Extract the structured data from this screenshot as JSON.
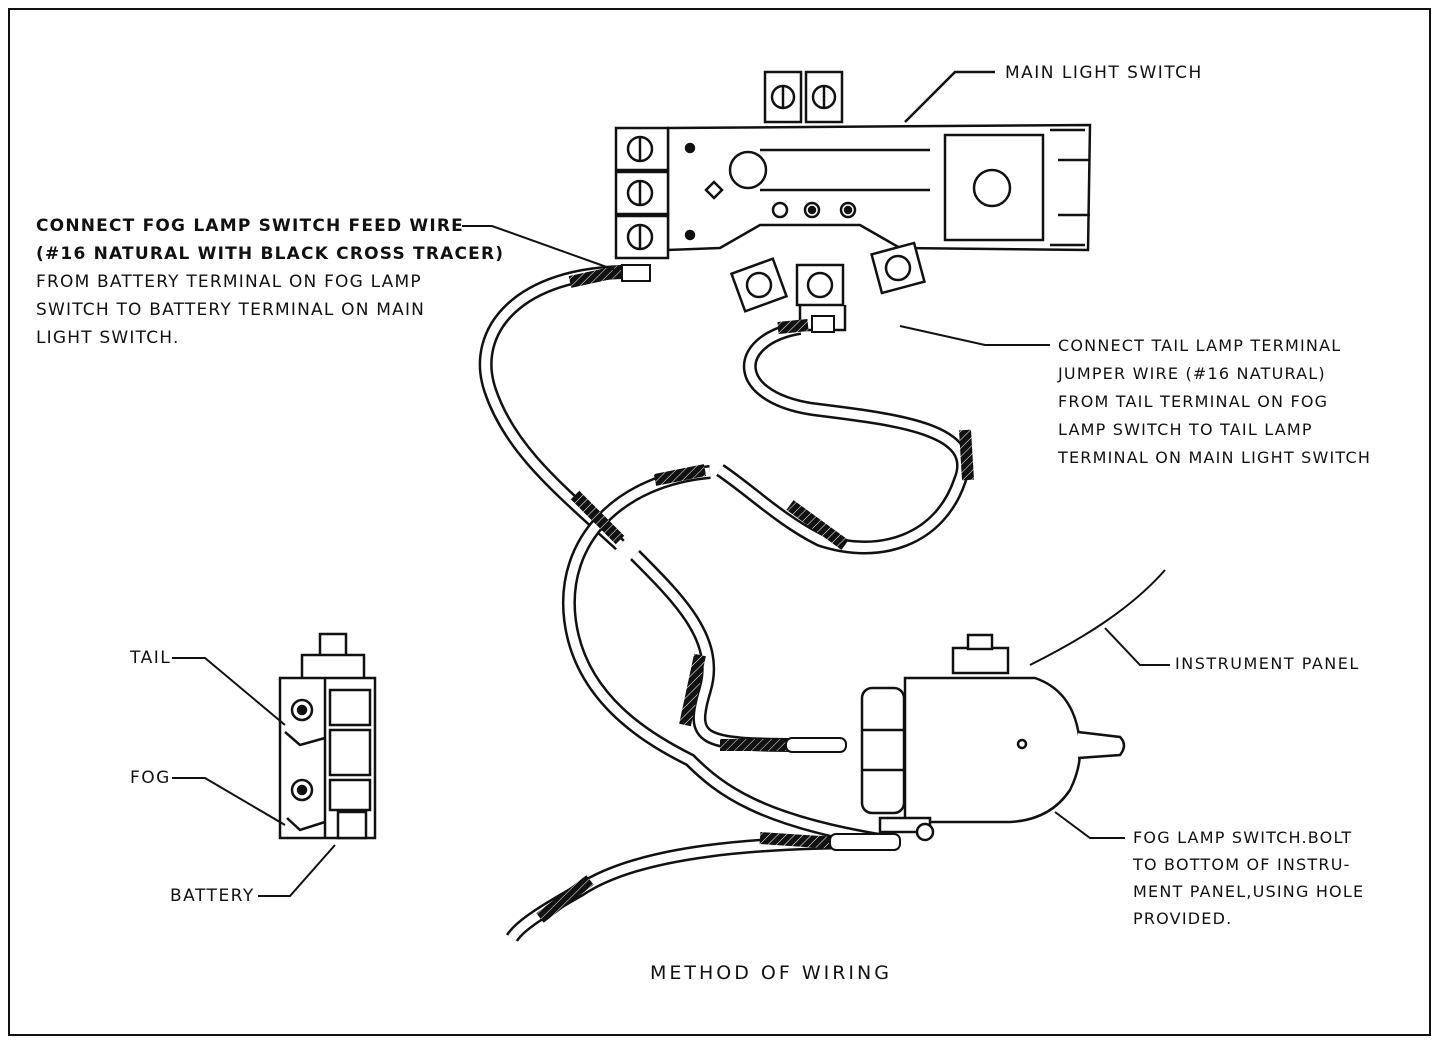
{
  "labels": {
    "main_light_switch": "MAIN LIGHT SWITCH",
    "connect_feed": [
      "CONNECT FOG LAMP SWITCH FEED WIRE",
      "(#16 NATURAL WITH BLACK CROSS TRACER)",
      "FROM BATTERY TERMINAL ON FOG LAMP",
      "SWITCH TO BATTERY TERMINAL ON MAIN",
      "LIGHT SWITCH."
    ],
    "connect_tail": [
      "CONNECT TAIL LAMP TERMINAL",
      "JUMPER WIRE (#16 NATURAL)",
      "FROM TAIL TERMINAL ON FOG",
      "LAMP SWITCH TO TAIL LAMP",
      "TERMINAL ON MAIN LIGHT SWITCH"
    ],
    "instrument_panel": "INSTRUMENT PANEL",
    "fog_lamp_switch": [
      "FOG LAMP SWITCH.BOLT",
      "TO BOTTOM OF INSTRU-",
      "MENT PANEL,USING HOLE",
      "PROVIDED."
    ],
    "tail": "TAIL",
    "fog": "FOG",
    "battery": "BATTERY"
  },
  "caption": "METHOD OF WIRING"
}
